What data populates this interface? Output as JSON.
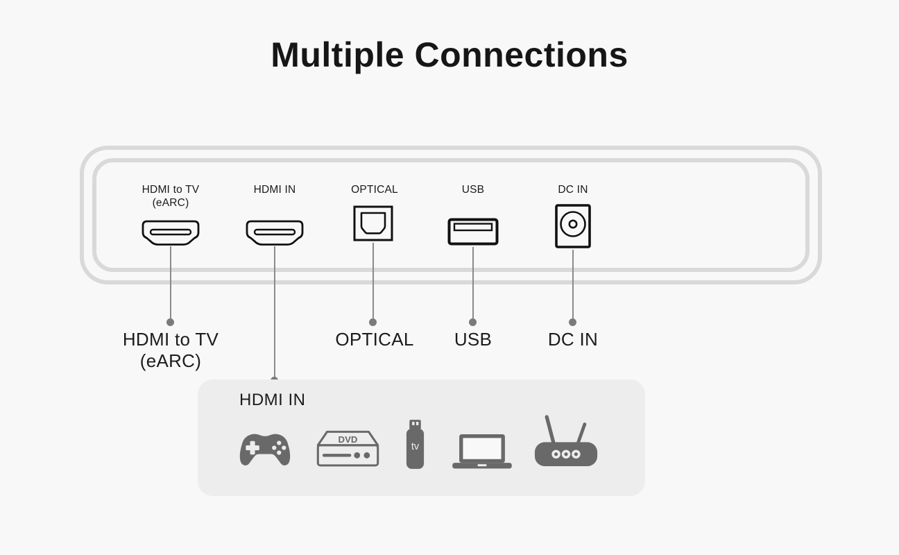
{
  "title": "Multiple Connections",
  "panel": {
    "ports": [
      {
        "label": "HDMI to TV",
        "sublabel": "(eARC)"
      },
      {
        "label": "HDMI IN",
        "sublabel": ""
      },
      {
        "label": "OPTICAL",
        "sublabel": ""
      },
      {
        "label": "USB",
        "sublabel": ""
      },
      {
        "label": "DC IN",
        "sublabel": ""
      }
    ]
  },
  "callouts": [
    {
      "label": "HDMI to TV",
      "sublabel": "(eARC)"
    },
    {
      "label": "OPTICAL",
      "sublabel": ""
    },
    {
      "label": "USB",
      "sublabel": ""
    },
    {
      "label": "DC IN",
      "sublabel": ""
    }
  ],
  "hdmi_in_box": {
    "label": "HDMI IN",
    "dvd_label": "DVD",
    "tv_stick_label": "tv",
    "devices": [
      "game-controller",
      "dvd-player",
      "tv-stick",
      "laptop",
      "router"
    ]
  },
  "colors": {
    "background": "#f8f8f8",
    "panel_border": "#d9d9d9",
    "port_stroke": "#111111",
    "text": "#1a1a1a",
    "connector": "#8a8a8a",
    "box_background": "#ededed",
    "icon_gray": "#696969"
  }
}
